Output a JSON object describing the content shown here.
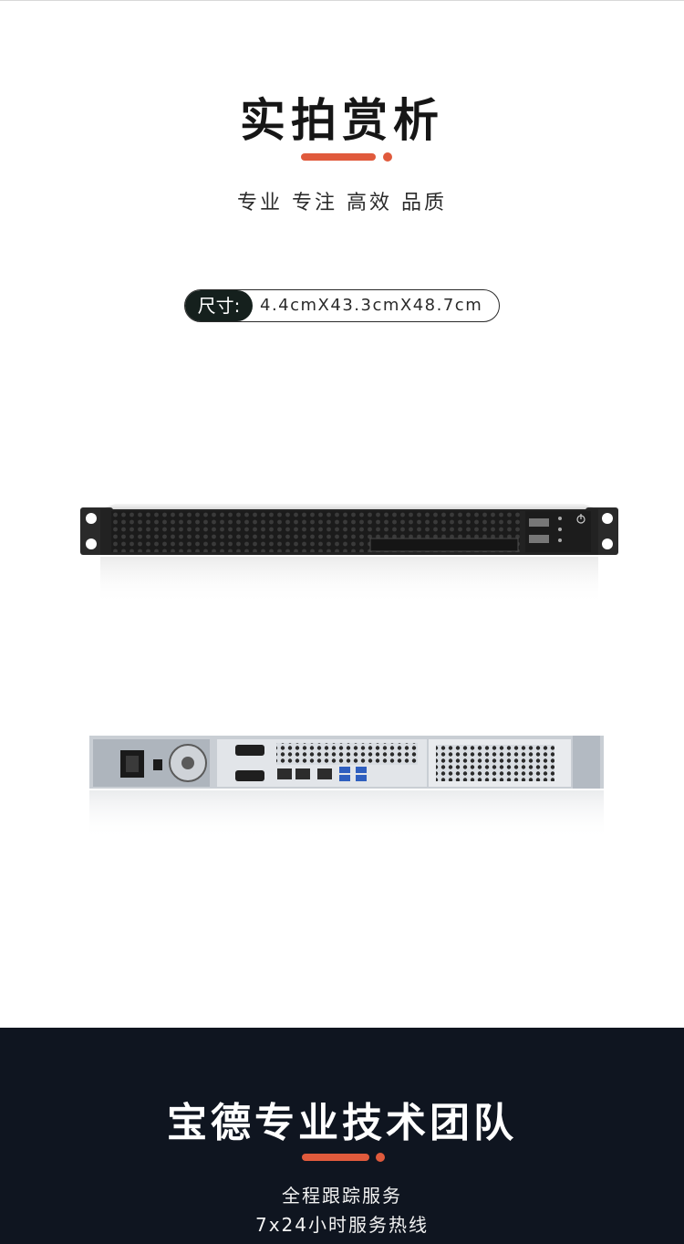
{
  "header": {
    "title": "实拍赏析",
    "subtitle": "专业 专注 高效 品质"
  },
  "size": {
    "label": "尺寸:",
    "value": "4.4cmX43.3cmX48.7cm"
  },
  "footer": {
    "title": "宝德专业技术团队",
    "line1": "全程跟踪服务",
    "line2": "7x24小时服务热线"
  },
  "colors": {
    "accent": "#e05a3c",
    "footer_bg": "#0f1520",
    "pill_tag_bg": "#15201d"
  },
  "icons": {
    "front_power": "power-icon",
    "front_usb": "usb-icon",
    "rear_fan": "fan-icon"
  }
}
